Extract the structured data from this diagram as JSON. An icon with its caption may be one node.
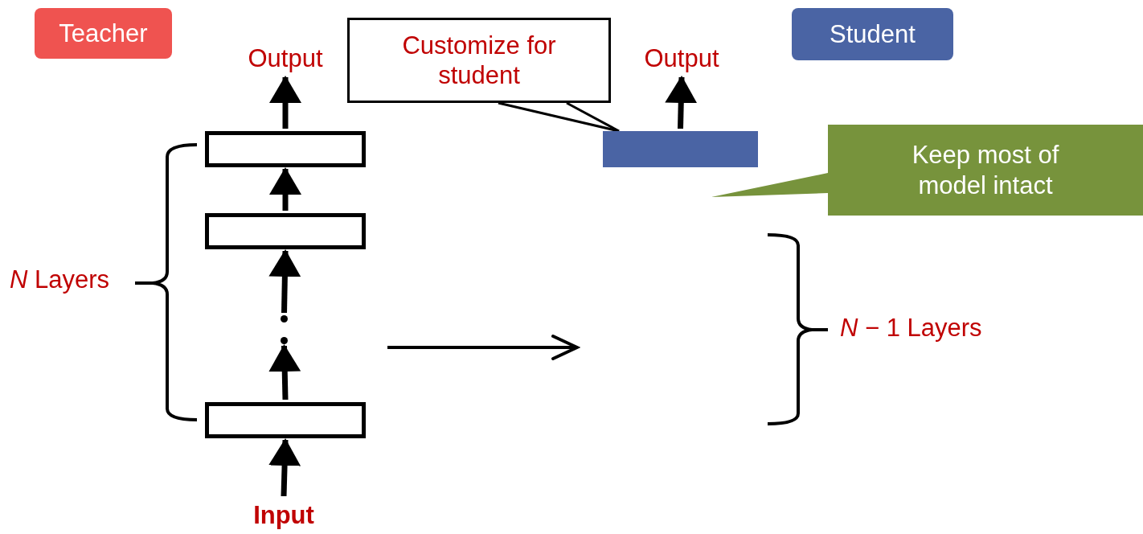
{
  "diagram": {
    "nodes": [
      {
        "text": [
          "Teacher"
        ]
      },
      {
        "text": [
          "Output"
        ]
      },
      {
        "text": [
          "Customize for student"
        ]
      },
      {
        "text": [
          "Output"
        ]
      },
      {
        "text": [
          "Student"
        ]
      },
      {
        "text": [],
        "shape": "bar"
      },
      {
        "text": [
          "Keep most of model intact"
        ]
      },
      {
        "text": [],
        "shape": "box"
      },
      {
        "text": [],
        "shape": "box"
      },
      {
        "text": [],
        "shape": "dots"
      },
      {
        "text": [],
        "shape": "box"
      },
      {
        "text": [
          "Input"
        ]
      }
    ],
    "edges": [
      {
        "from": 7,
        "to": 1,
        "arrow": "to"
      },
      {
        "from": 8,
        "to": 7,
        "arrow": "to"
      },
      {
        "from": 9,
        "to": 8,
        "arrow": "to"
      },
      {
        "from": 10,
        "to": 9,
        "arrow": "to"
      },
      {
        "from": 11,
        "to": 10,
        "arrow": "to"
      },
      {
        "from": 5,
        "to": 3,
        "arrow": "to"
      },
      {
        "from": 2,
        "to": 5,
        "arrow": "none"
      }
    ],
    "labels": [
      "*N* Layers",
      "*N* − 1 Layers"
    ]
  }
}
